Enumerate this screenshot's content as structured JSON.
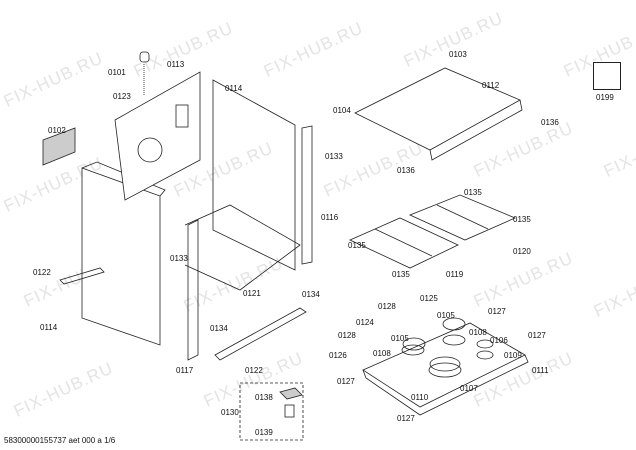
{
  "watermark": "FIX-HUB.RU",
  "labels": [
    "0101",
    "0113",
    "0114",
    "0123",
    "0102",
    "0133",
    "0103",
    "0112",
    "0104",
    "0136",
    "0136",
    "0199",
    "0116",
    "0135",
    "0135",
    "0135",
    "0135",
    "0120",
    "0119",
    "0122",
    "0121",
    "0134",
    "0134",
    "0114",
    "0117",
    "0122",
    "0133",
    "0128",
    "0125",
    "0124",
    "0105",
    "0127",
    "0108",
    "0106",
    "0127",
    "0128",
    "0105",
    "0126",
    "0108",
    "0109",
    "0111",
    "0127",
    "0107",
    "0110",
    "0127",
    "0138",
    "0130",
    "0139"
  ],
  "footer": "58300000155737 aet 000 a 1/6"
}
